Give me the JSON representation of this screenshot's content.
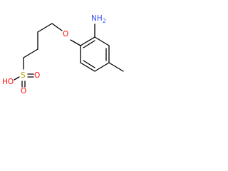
{
  "molecule": {
    "atoms": {
      "nh2": "NH2",
      "ether_o": "O",
      "ho": "HO",
      "sulfur": "S",
      "oxo_right": "O",
      "oxo_bottom": "O"
    },
    "colors": {
      "bond": "#000000",
      "nitrogen": "#3050f8",
      "oxygen": "#ff0d0d",
      "sulfur": "#b8a000"
    }
  }
}
